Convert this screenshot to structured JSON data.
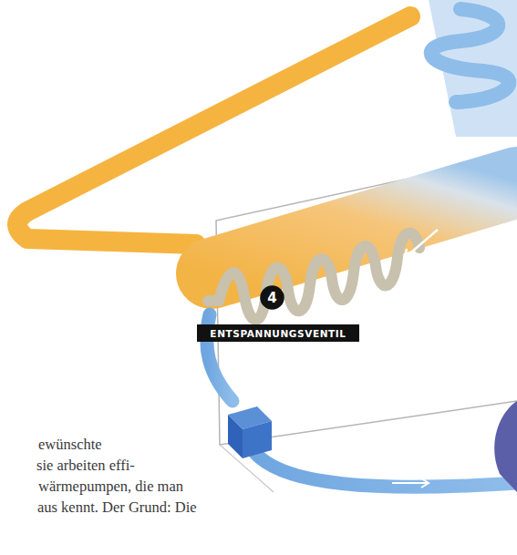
{
  "diagram": {
    "nodes": [
      {
        "text": [
          "4"
        ]
      },
      {
        "text": [
          "ENTSPANNUNGSVENTIL"
        ]
      }
    ],
    "labels": [
      "ewünschte",
      "sie arbeiten effi-",
      "wärmepumpen, die man",
      "aus kennt. Der Grund: Die"
    ]
  }
}
